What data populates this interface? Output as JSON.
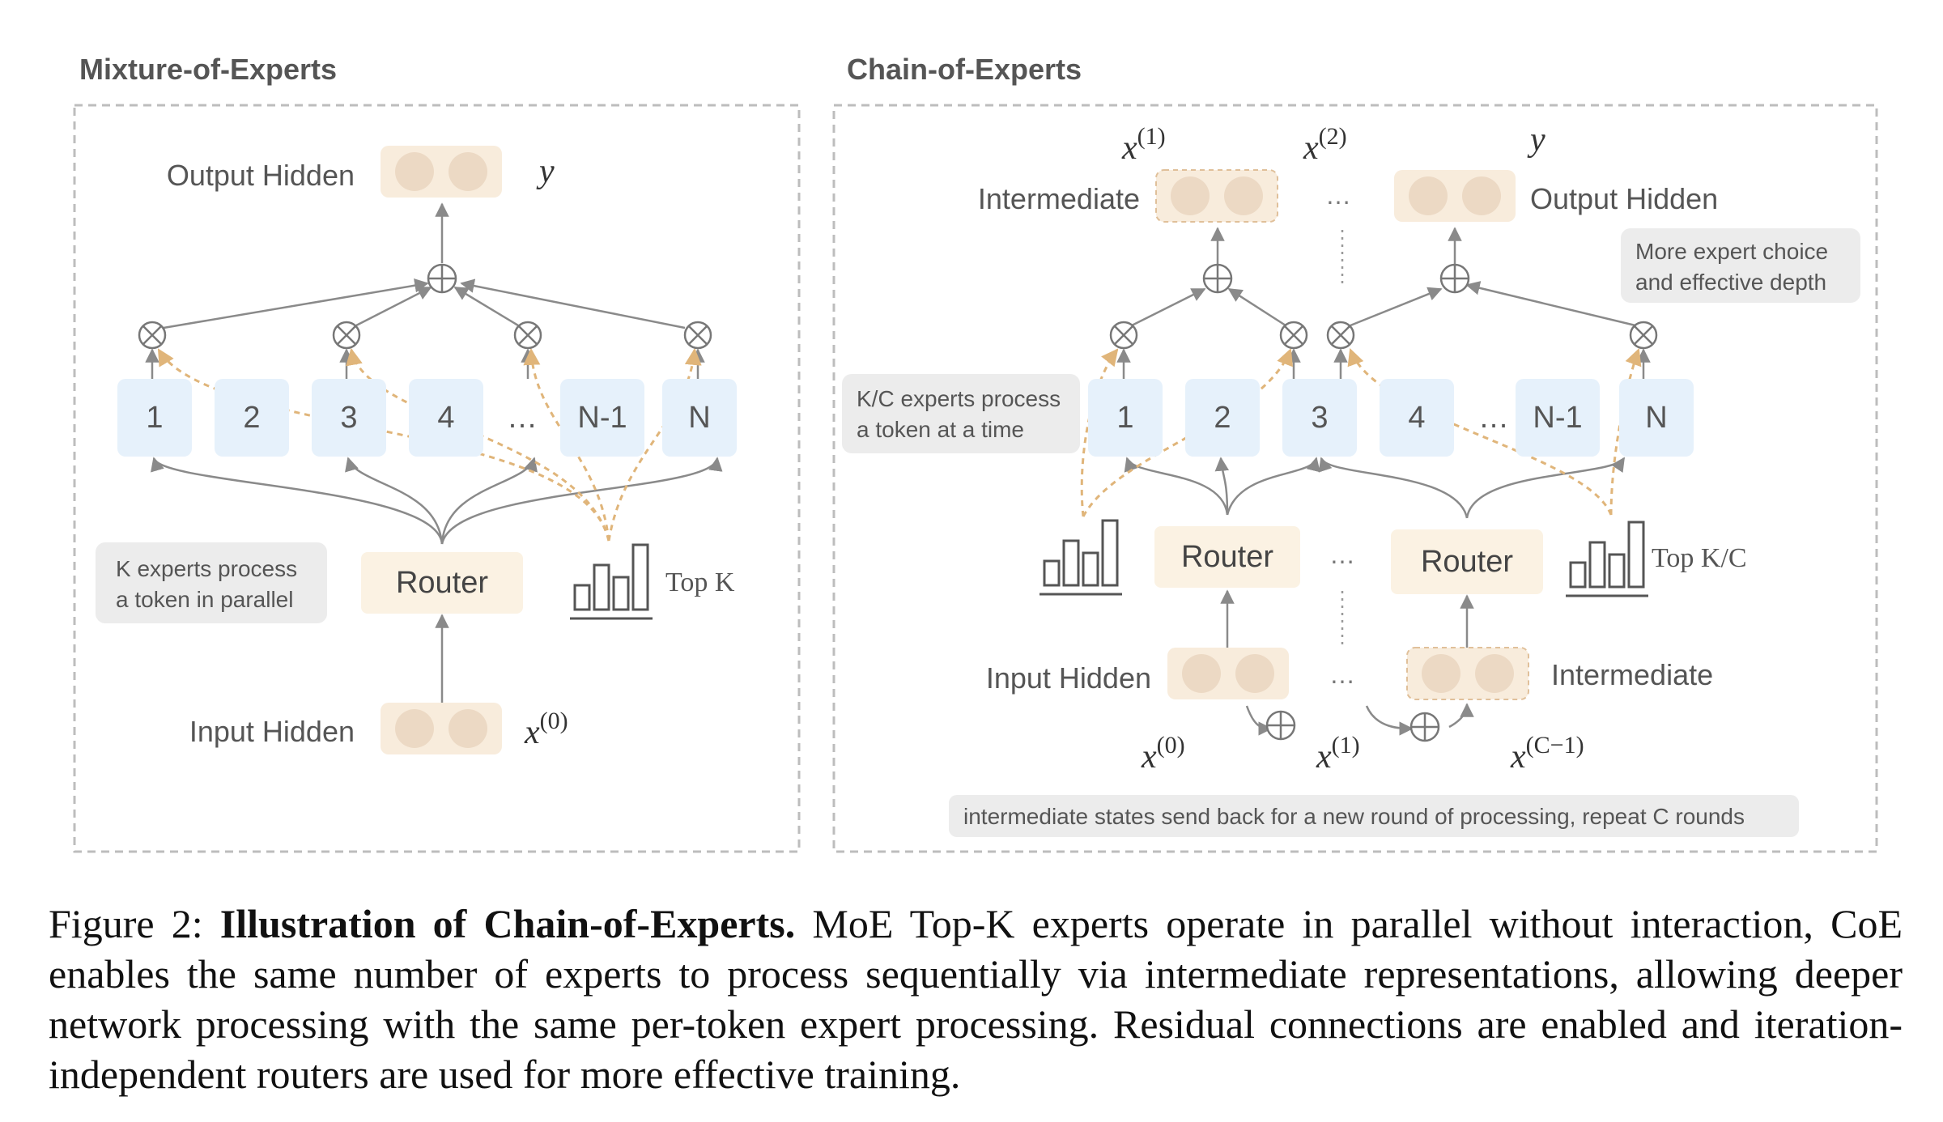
{
  "colors": {
    "expert_fill": "#e6f1fb",
    "hidden_fill": "#f8ecdc",
    "hidden_dot": "#ecd9c4",
    "router_fill": "#fbf2e3",
    "note_fill": "#ececec",
    "line": "#8a8a8a",
    "dashed_orange": "#e0b57a",
    "panel_border": "#bdbdbd"
  },
  "moe": {
    "title": "Mixture-of-Experts",
    "output_label": "Output Hidden",
    "output_symbol": "y",
    "input_label": "Input Hidden",
    "input_symbol_base": "x",
    "input_symbol_sup": "(0)",
    "router": "Router",
    "topk": "Top K",
    "note_line1": "K experts process",
    "note_line2": "a token in parallel",
    "experts": [
      "1",
      "2",
      "3",
      "4",
      "…",
      "N-1",
      "N"
    ]
  },
  "coe": {
    "title": "Chain-of-Experts",
    "intermediate_top": "Intermediate",
    "output_label": "Output Hidden",
    "x1_base": "x",
    "x1_sup": "(1)",
    "x2_base": "x",
    "x2_sup": "(2)",
    "y_symbol": "y",
    "note_right_line1": "More expert choice",
    "note_right_line2": "and effective depth",
    "note_left_line1": "K/C experts process",
    "note_left_line2": "a token at a time",
    "experts": [
      "1",
      "2",
      "3",
      "4",
      "…",
      "N-1",
      "N"
    ],
    "router_left": "Router",
    "router_right": "Router",
    "topkc": "Top K/C",
    "input_label": "Input Hidden",
    "intermediate_bottom": "Intermediate",
    "x0b_base": "x",
    "x0b_sup": "(0)",
    "x1b_base": "x",
    "x1b_sup": "(1)",
    "xcb_base": "x",
    "xcb_sup": "(C−1)",
    "ellipsis": "…",
    "bottom_note": "intermediate states send back for a new round of processing, repeat C rounds"
  },
  "caption": {
    "prefix": "Figure 2: ",
    "bold": "Illustration of Chain-of-Experts.",
    "body": "  MoE Top-K experts operate in parallel without interaction, CoE enables the same number of experts to process sequentially via intermediate representations, allowing deeper network processing with the same per-token expert processing.  Residual connections are enabled and iteration-independent routers are used for more effective training."
  }
}
